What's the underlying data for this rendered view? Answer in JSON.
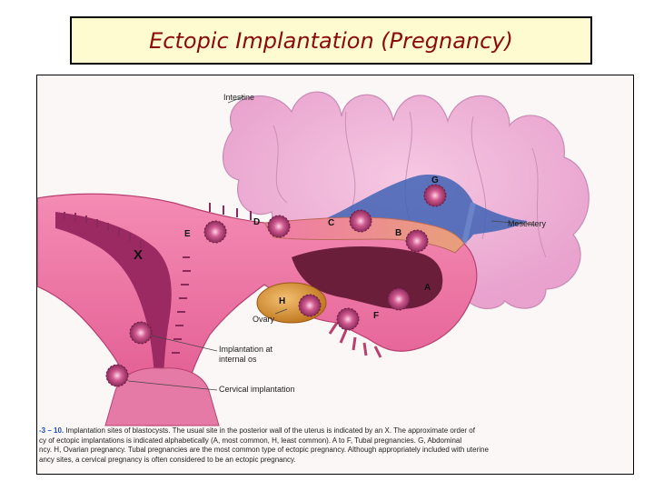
{
  "title": "Ectopic Implantation (Pregnancy)",
  "labels": {
    "intestine": "Intestine",
    "mesentery": "Mesentery",
    "x": "X",
    "ovary": "Ovary",
    "internal_os_1": "Implantation at",
    "internal_os_2": "internal os",
    "cervical": "Cervical implantation"
  },
  "sites": {
    "a": "A",
    "b": "B",
    "c": "C",
    "d": "D",
    "e": "E",
    "f": "F",
    "g": "G",
    "h": "H"
  },
  "caption": {
    "fig": "-3 – 10.",
    "line1": " Implantation sites of blastocysts. The usual site in the posterior wall of the uterus is indicated by an X. The approximate order of",
    "line2": "cy of ectopic implantations is indicated alphabetically (A, most common, H, least common). A to F, Tubal pregnancies. G, Abdominal",
    "line3": "ncy. H, Ovarian pregnancy. Tubal pregnancies are the most common type of ectopic pregnancy. Although appropriately included with uterine",
    "line4": "ancy sites, a cervical pregnancy is often considered to be an ectopic pregnancy."
  },
  "colors": {
    "title_text": "#8b0a0a",
    "title_bg": "#fffbd0",
    "intestine": "#f0b6d8",
    "uterus": "#e85a94",
    "mesentery": "#3f63b5",
    "ovary": "#d99838",
    "blastocyst": "#b43c78"
  }
}
